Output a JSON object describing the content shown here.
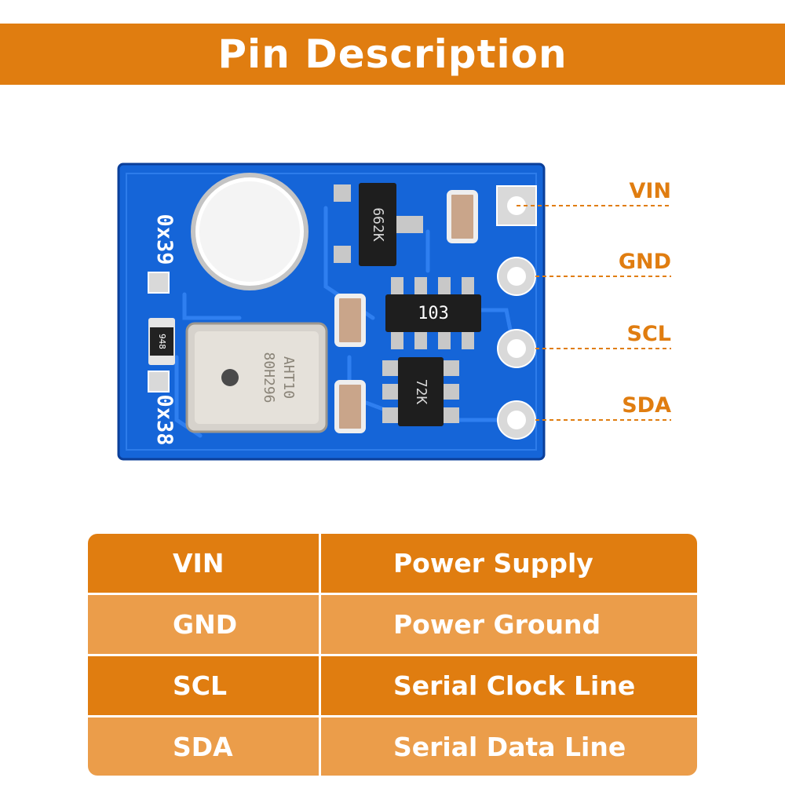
{
  "header": {
    "title": "Pin Description"
  },
  "board": {
    "silkscreen_top": "0x39",
    "silkscreen_bottom": "0x38",
    "ic_top": "662K",
    "resistor_array": "103",
    "ic_bottom": "72K",
    "sensor_line1": "AHT10",
    "sensor_line2": "80H296",
    "resistor_small": "948"
  },
  "pins": [
    {
      "pin": "VIN",
      "description": "Power Supply"
    },
    {
      "pin": "GND",
      "description": "Power Ground"
    },
    {
      "pin": "SCL",
      "description": "Serial Clock Line"
    },
    {
      "pin": "SDA",
      "description": "Serial Data Line"
    }
  ],
  "colors": {
    "accent": "#e07d10",
    "row_dark": "#e07d10",
    "row_light": "#eb9d4a",
    "pcb": "#1460d6"
  }
}
